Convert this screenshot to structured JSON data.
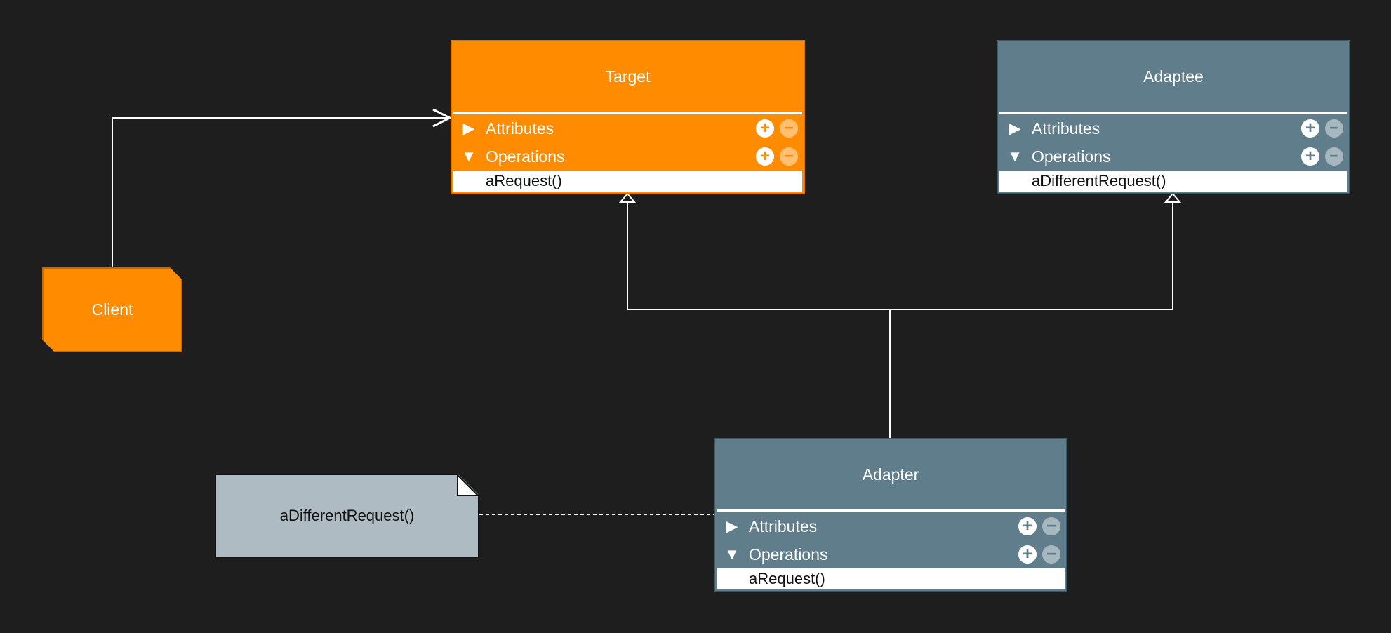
{
  "colors": {
    "background": "#1e1e1e",
    "target_fill": "#ff8c00",
    "target_border": "#d97400",
    "adaptee_fill": "#607d8b",
    "adaptee_border": "#3f5863",
    "note_fill": "#aebbc2",
    "edge": "#ffffff"
  },
  "classes": {
    "target": {
      "name": "Target",
      "attributes_label": "Attributes",
      "operations_label": "Operations",
      "operations": [
        "aRequest()"
      ]
    },
    "adaptee": {
      "name": "Adaptee",
      "attributes_label": "Attributes",
      "operations_label": "Operations",
      "operations": [
        "aDifferentRequest()"
      ]
    },
    "adapter": {
      "name": "Adapter",
      "attributes_label": "Attributes",
      "operations_label": "Operations",
      "operations": [
        "aRequest()"
      ]
    }
  },
  "client": {
    "label": "Client"
  },
  "note": {
    "text": "aDifferentRequest()"
  },
  "icons": {
    "expand": "▶",
    "collapse": "▼",
    "plus": "+",
    "minus": "−"
  }
}
